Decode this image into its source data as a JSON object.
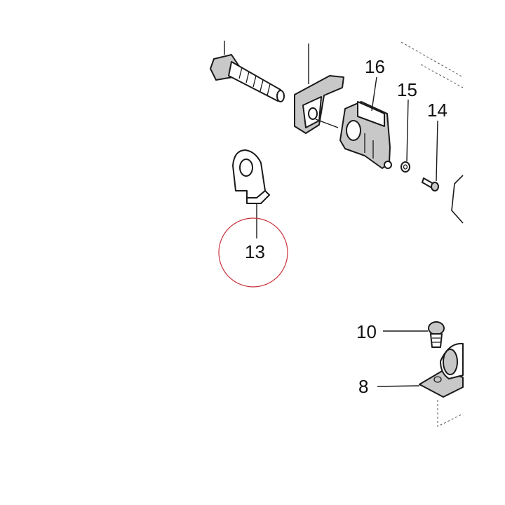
{
  "callouts": {
    "c8": "8",
    "c10": "10",
    "c13": "13",
    "c14": "14",
    "c15": "15",
    "c16": "16"
  },
  "highlight": {
    "target": "13",
    "color": "#c8323c"
  }
}
